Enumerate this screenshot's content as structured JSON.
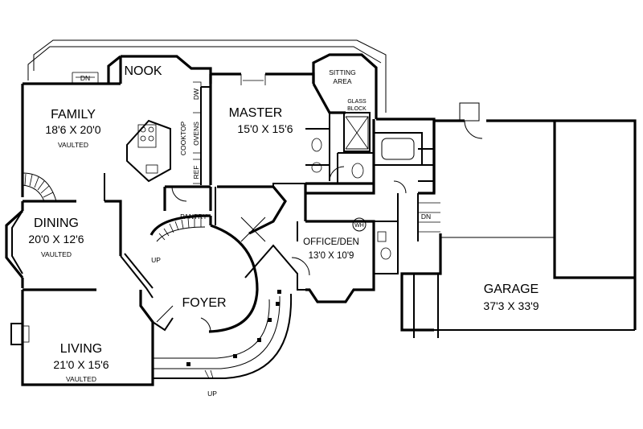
{
  "rooms": {
    "nook": {
      "name": "NOOK"
    },
    "family": {
      "name": "FAMILY",
      "size": "18'6 X 20'0",
      "note": "VAULTED"
    },
    "master": {
      "name": "MASTER",
      "size": "15'0 X 15'6"
    },
    "sitting": {
      "line1": "SITTING",
      "line2": "AREA"
    },
    "dining": {
      "name": "DINING",
      "size": "20'0 X 12'6",
      "note": "VAULTED"
    },
    "office": {
      "name": "OFFICE/DEN",
      "size": "13'0 X 10'9"
    },
    "foyer": {
      "name": "FOYER"
    },
    "living": {
      "name": "LIVING",
      "size": "21'0 X 15'6",
      "note": "VAULTED"
    },
    "garage": {
      "name": "GARAGE",
      "size": "37'3 X 33'9"
    }
  },
  "labels": {
    "cooktop": "COOKTOP",
    "ovens": "OVENS",
    "dw": "DW",
    "ref": "REF",
    "pantry": "PANTRY",
    "glass_block_1": "GLASS",
    "glass_block_2": "BLOCK",
    "wh": "WH",
    "dn_family": "DN",
    "dn_garage": "DN",
    "up_stair": "UP",
    "up_entry": "UP"
  }
}
